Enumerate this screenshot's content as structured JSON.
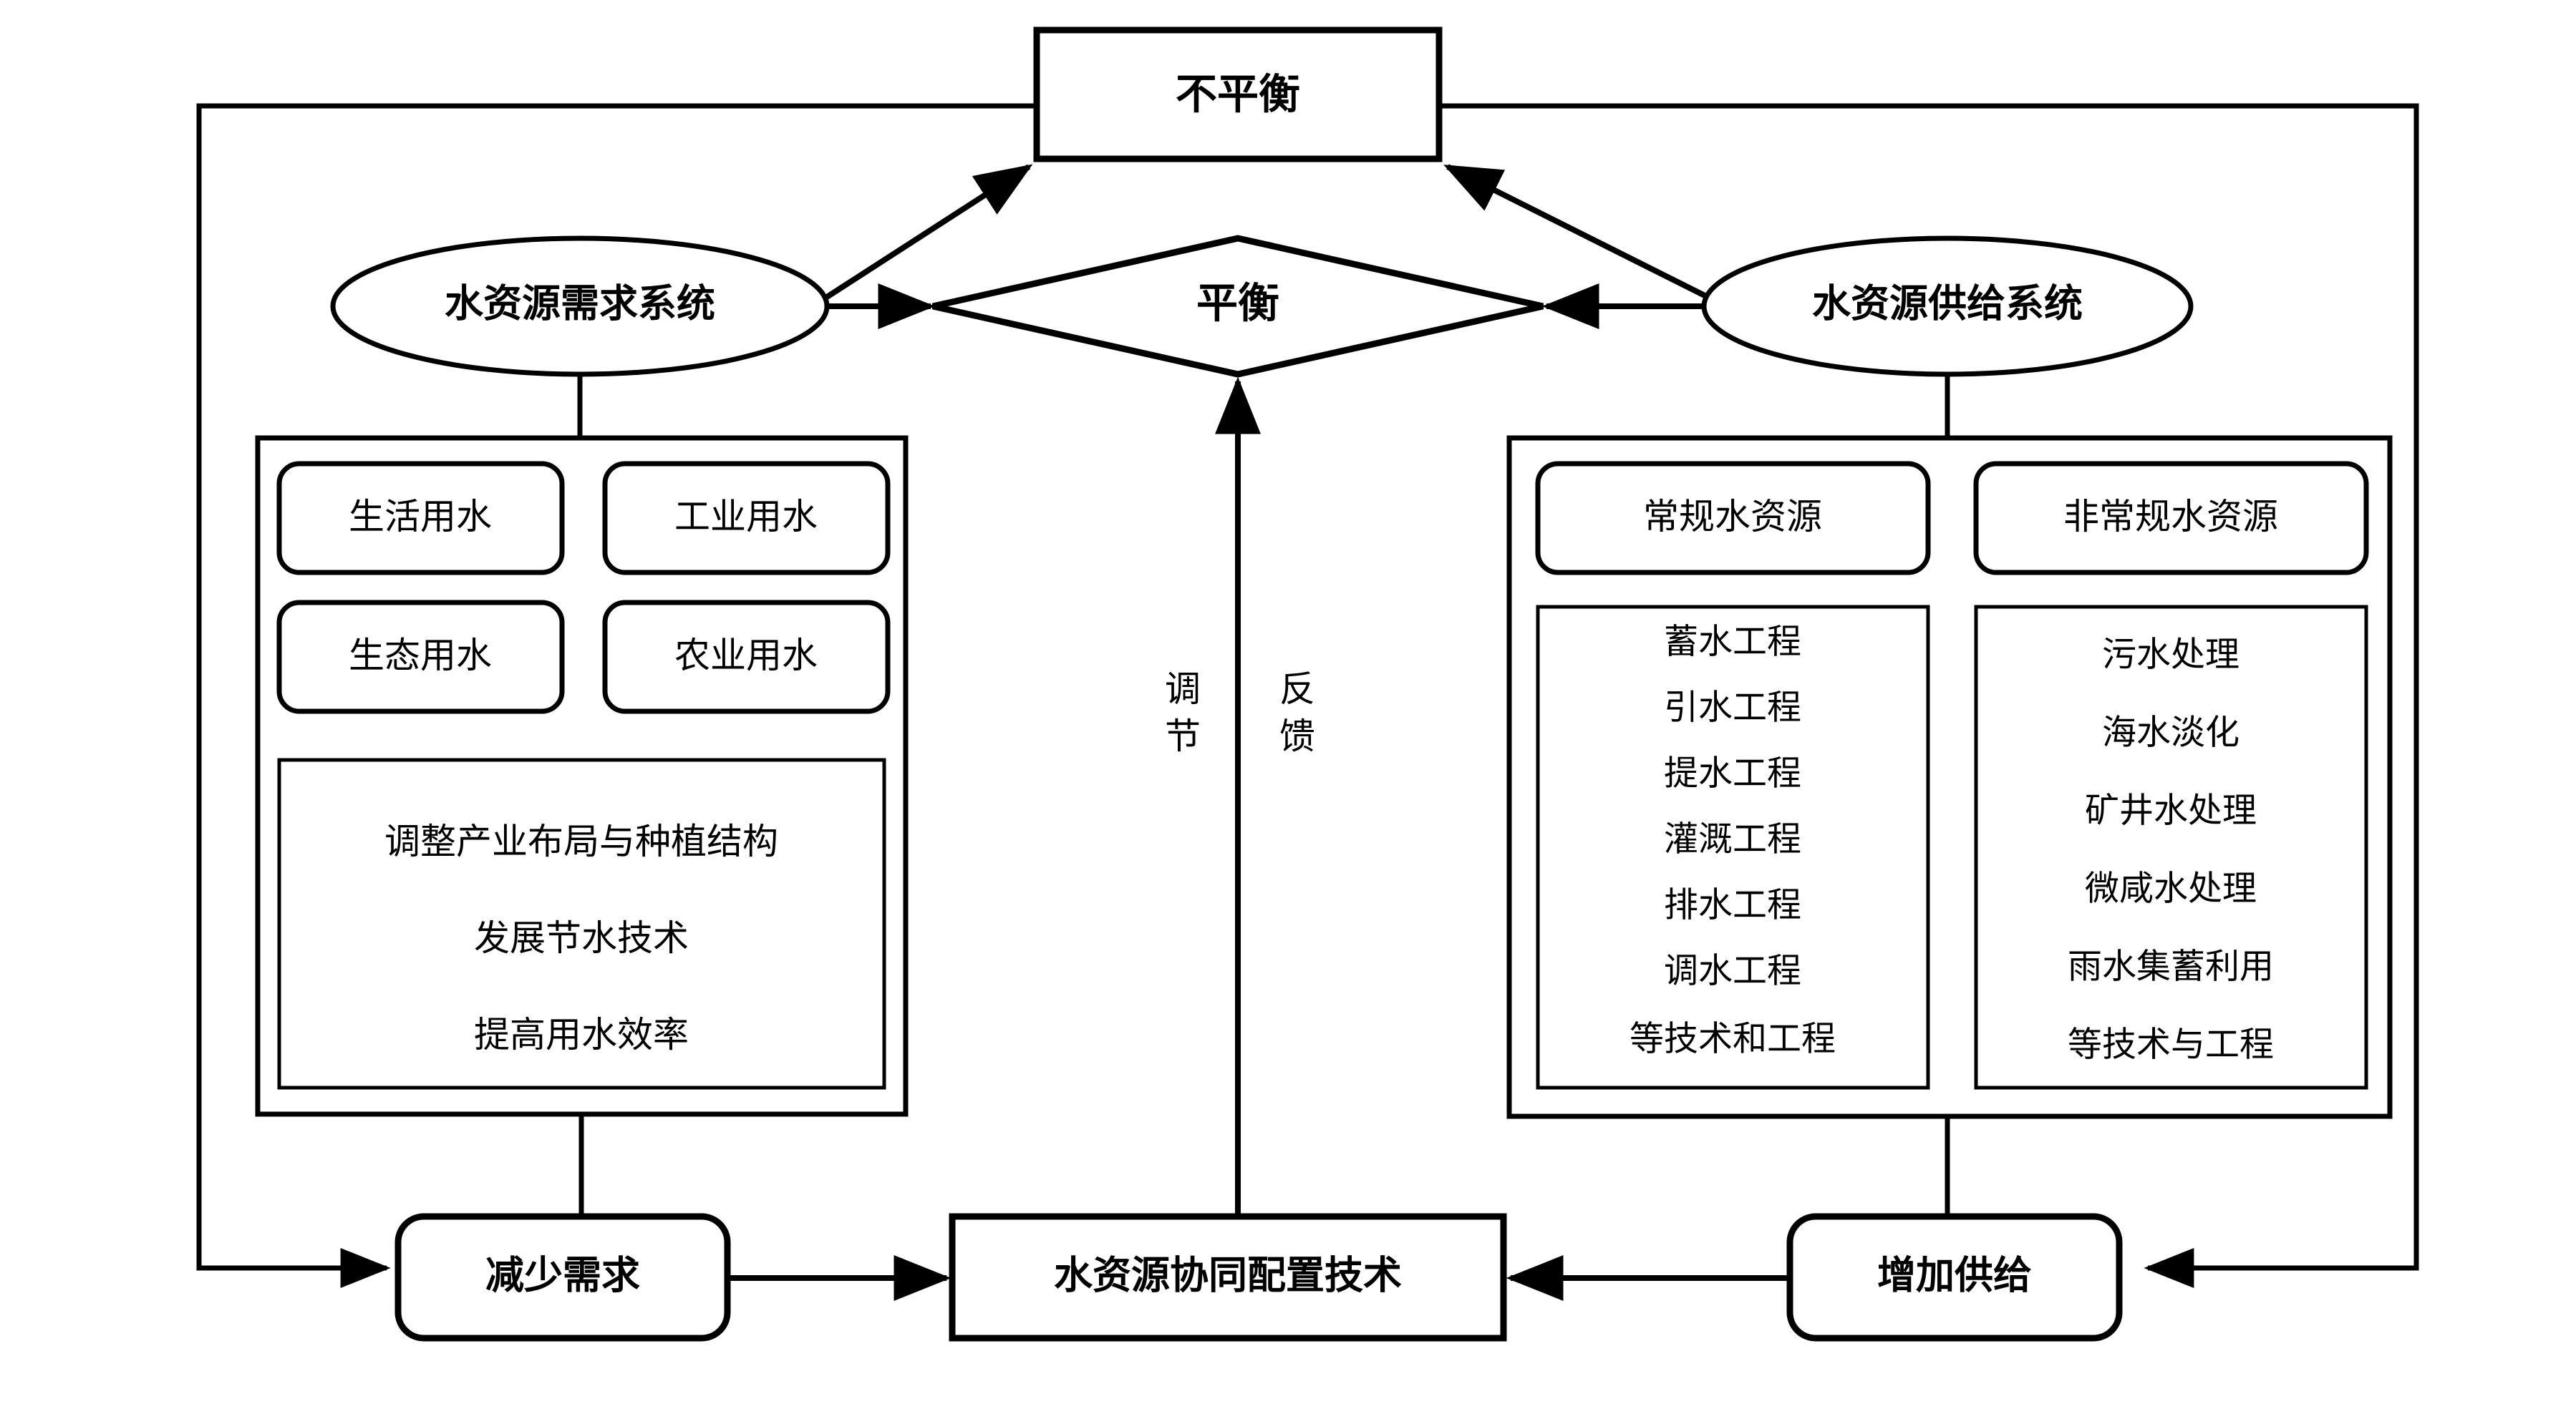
{
  "diagram": {
    "title_node": {
      "label": "不平衡"
    },
    "balance_node": {
      "label": "平衡"
    },
    "demand_system": {
      "label": "水资源需求系统"
    },
    "supply_system": {
      "label": "水资源供给系统"
    },
    "demand_categories": [
      {
        "label": "生活用水"
      },
      {
        "label": "工业用水"
      },
      {
        "label": "生态用水"
      },
      {
        "label": "农业用水"
      }
    ],
    "demand_measures": [
      "调整产业布局与种植结构",
      "发展节水技术",
      "提高用水效率"
    ],
    "supply_groups": [
      {
        "header": "常规水资源",
        "items": [
          "蓄水工程",
          "引水工程",
          "提水工程",
          "灌溉工程",
          "排水工程",
          "调水工程",
          "等技术和工程"
        ]
      },
      {
        "header": "非常规水资源",
        "items": [
          "污水处理",
          "海水淡化",
          "矿井水处理",
          "微咸水处理",
          "雨水集蓄利用",
          "等技术与工程"
        ]
      }
    ],
    "bottom_nodes": {
      "reduce_demand": "减少需求",
      "core_tech": "水资源协同配置技术",
      "increase_supply": "增加供给"
    },
    "edge_labels": {
      "regulate": "调 节",
      "feedback": "反 馈"
    },
    "colors": {
      "stroke": "#000000",
      "fill": "#ffffff"
    }
  }
}
